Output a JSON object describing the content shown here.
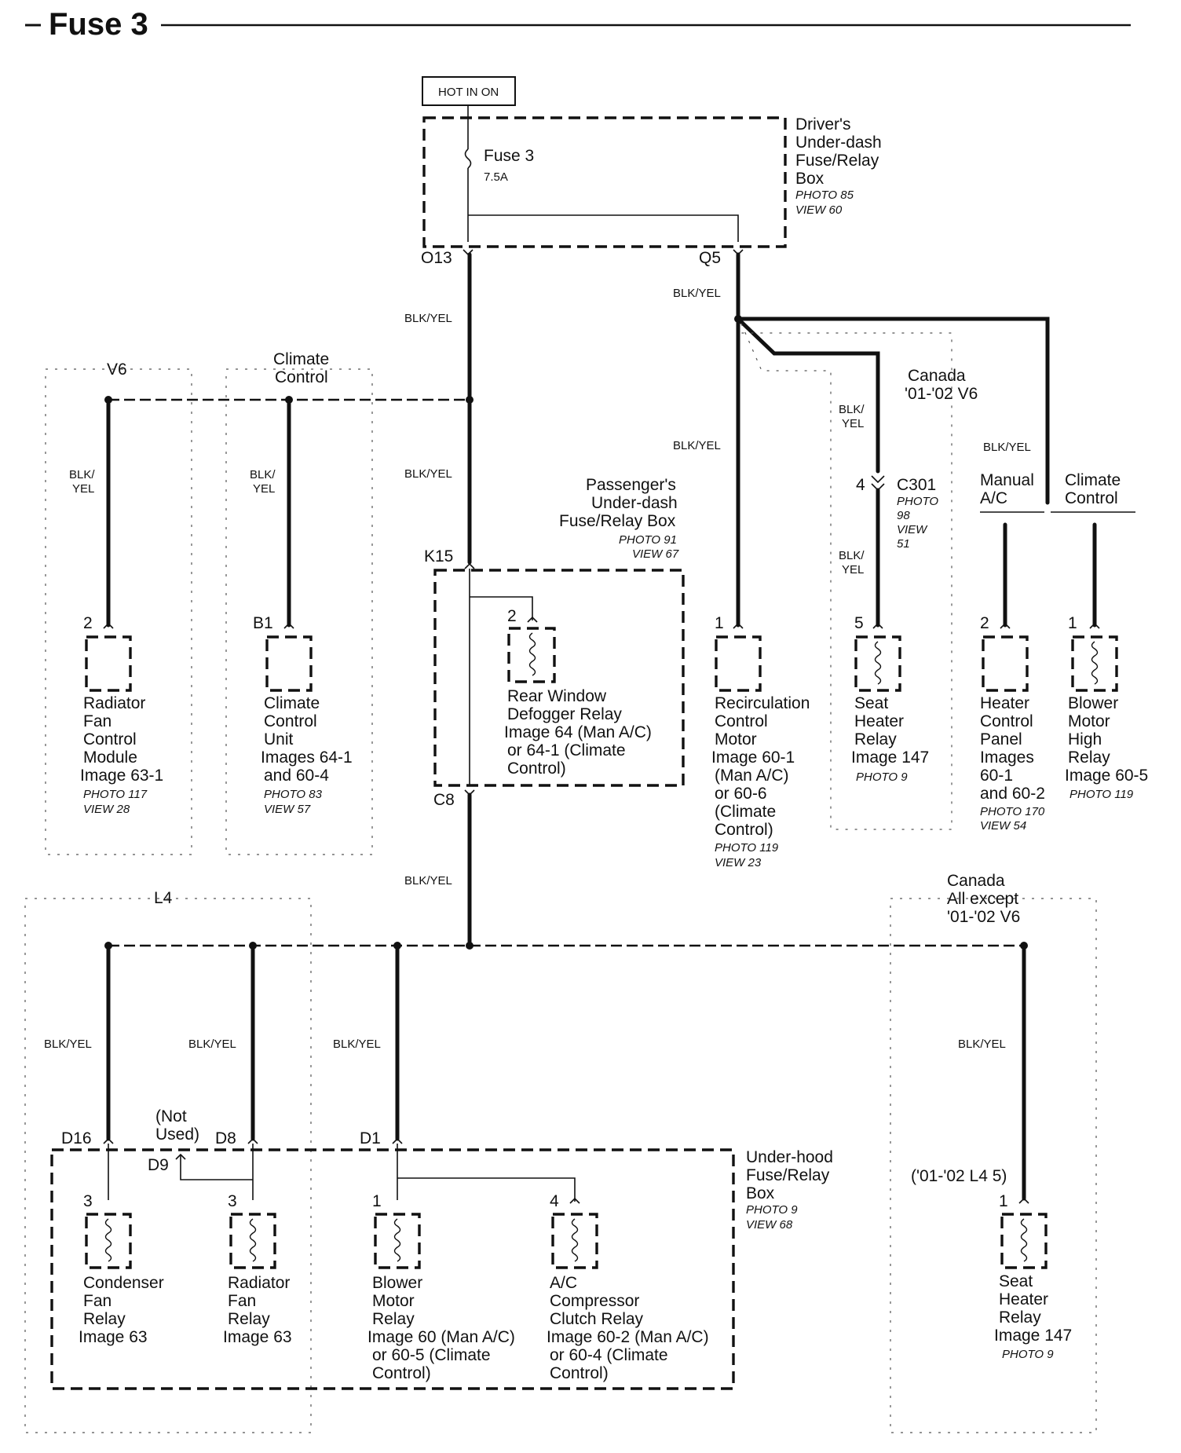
{
  "title": "Fuse 3",
  "hot_label": "HOT IN ON",
  "fuse": {
    "name": "Fuse 3",
    "rating": "7.5A"
  },
  "drivers_box": [
    "Driver's",
    "Under-dash",
    "Fuse/Relay",
    "Box",
    "PHOTO 85",
    "VIEW 60"
  ],
  "terminals": {
    "o13": "O13",
    "q5": "Q5",
    "k15": "K15",
    "c8": "C8",
    "d16": "D16",
    "d8": "D8",
    "d9": "D9",
    "d1": "D1",
    "c301": "C301"
  },
  "wire_color": "BLK/YEL",
  "wire_color_split": [
    "BLK/",
    "YEL"
  ],
  "group_v6": "V6",
  "group_climate": [
    "Climate",
    "Control"
  ],
  "group_l4": "L4",
  "canada_v6": [
    "Canada",
    "'01-'02 V6"
  ],
  "canada_all": [
    "Canada",
    "All except",
    "'01-'02 V6"
  ],
  "manual_ac": [
    "Manual",
    "A/C"
  ],
  "climate_control2": [
    "Climate",
    "Control"
  ],
  "passenger_box": [
    "Passenger's",
    "Under-dash",
    "Fuse/Relay Box",
    "PHOTO 91",
    "VIEW 67"
  ],
  "underhood_box": [
    "Under-hood",
    "Fuse/Relay",
    "Box",
    "PHOTO 9",
    "VIEW 68"
  ],
  "c301_info": [
    "PHOTO",
    "98",
    "VIEW",
    "51"
  ],
  "not_used": [
    "(Not",
    "Used)"
  ],
  "l4_note": "('01-'02 L4 5)",
  "pins": {
    "radiator_fan_module": "2",
    "climate_unit": "B1",
    "defogger": "2",
    "recirc": "1",
    "seat_heater_v6": "5",
    "c301": "4",
    "heater_panel": "2",
    "blower_high": "1",
    "condenser": "3",
    "radiator_relay": "3",
    "blower_relay": "1",
    "compressor": "4",
    "seat_heater_2": "1"
  },
  "components": {
    "radiator_fan_module": [
      "Radiator",
      "Fan",
      "Control",
      "Module",
      "Image 63-1",
      "PHOTO 117",
      "VIEW 28"
    ],
    "climate_unit": [
      "Climate",
      "Control",
      "Unit",
      "Images 64-1",
      "and 60-4",
      "PHOTO 83",
      "VIEW 57"
    ],
    "defogger": [
      "Rear Window",
      "Defogger Relay",
      "Image 64 (Man A/C)",
      "or 64-1 (Climate",
      "Control)"
    ],
    "recirc": [
      "Recirculation",
      "Control",
      "Motor",
      "Image 60-1",
      "(Man A/C)",
      "or 60-6",
      "(Climate",
      "Control)",
      "PHOTO 119",
      "VIEW 23"
    ],
    "seat_heater_v6": [
      "Seat",
      "Heater",
      "Relay",
      "Image 147",
      "PHOTO 9"
    ],
    "heater_panel": [
      "Heater",
      "Control",
      "Panel",
      "Images",
      "60-1",
      "and 60-2",
      "PHOTO 170",
      "VIEW 54"
    ],
    "blower_high": [
      "Blower",
      "Motor",
      "High",
      "Relay",
      "Image 60-5",
      "PHOTO 119"
    ],
    "condenser": [
      "Condenser",
      "Fan",
      "Relay",
      "Image 63"
    ],
    "radiator_relay": [
      "Radiator",
      "Fan",
      "Relay",
      "Image 63"
    ],
    "blower_relay": [
      "Blower",
      "Motor",
      "Relay",
      "Image 60 (Man A/C)",
      "or 60-5 (Climate",
      "Control)"
    ],
    "compressor": [
      "A/C",
      "Compressor",
      "Clutch Relay",
      "Image 60-2 (Man A/C)",
      "or 60-4 (Climate",
      "Control)"
    ],
    "seat_heater_2": [
      "Seat",
      "Heater",
      "Relay",
      "Image 147",
      "PHOTO 9"
    ]
  }
}
